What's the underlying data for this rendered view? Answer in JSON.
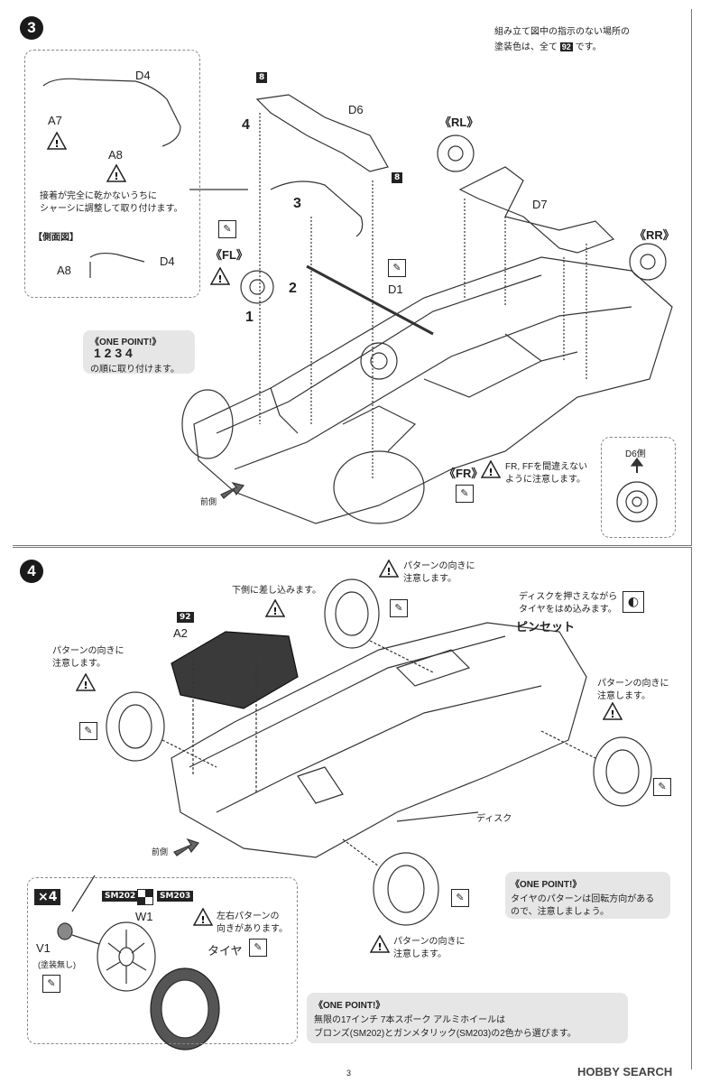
{
  "page_number": "3",
  "watermark": "HOBBY SEARCH",
  "step3": {
    "number": "3",
    "paint_note_line1": "組み立て図中の指示のない場所の",
    "paint_note_line2_pre": "塗装色は、全て",
    "paint_note_color": "92",
    "paint_note_line2_post": "です。",
    "part_d4": "D4",
    "part_a7": "A7",
    "part_a8": "A8",
    "adjust_note_line1": "接着が完全に乾かないうちに",
    "adjust_note_line2": "シャーシに調整して取り付けます。",
    "side_view_label": "【側面図】",
    "side_a8": "A8",
    "side_d4": "D4",
    "badge_8_top": "8",
    "step_label_4": "4",
    "part_d6": "D6",
    "badge_8_bottom": "8",
    "rl_label": "《RL》",
    "step_label_3": "3",
    "part_d7": "D7",
    "rr_label": "《RR》",
    "fl_label": "《FL》",
    "step_label_2": "2",
    "part_d1": "D1",
    "step_label_1": "1",
    "one_point_title": "《ONE POINT!》",
    "one_point_order": "1 2 3 4",
    "one_point_text": "の順に取り付けます。",
    "fr_label": "《FR》",
    "fr_note_line1": "FR, FFを間違えない",
    "fr_note_line2": "ように注意します。",
    "d6_side_label": "D6側",
    "front_label": "前側"
  },
  "step4": {
    "number": "4",
    "pattern_note_top_line1": "パターンの向きに",
    "pattern_note_top_line2": "注意します。",
    "insert_note": "下側に差し込みます。",
    "paint_color": "92",
    "part_a2": "A2",
    "disc_note_line1": "ディスクを押さえながら",
    "disc_note_line2": "タイヤをはめ込みます。",
    "tweezers_label": "ピンセット",
    "pattern_note_left_line1": "パターンの向きに",
    "pattern_note_left_line2": "注意します。",
    "pattern_note_right_line1": "パターンの向きに",
    "pattern_note_right_line2": "注意します。",
    "disc_label": "ディスク",
    "front_label": "前側",
    "qty_label": "×4",
    "sm202": "SM202",
    "sm203": "SM203",
    "part_w1": "W1",
    "lr_pattern_line1": "左右パターンの",
    "lr_pattern_line2": "向きがあります。",
    "tire_label": "タイヤ",
    "part_v1": "V1",
    "unpainted": "(塗装無し)",
    "pattern_note_bottom_line1": "パターンの向きに",
    "pattern_note_bottom_line2": "注意します。",
    "one_point_tire_title": "《ONE POINT!》",
    "one_point_tire_line1": "タイヤのパターンは回転方向がある",
    "one_point_tire_line2": "ので、注意しましょう。",
    "one_point_wheel_title": "《ONE POINT!》",
    "one_point_wheel_line1": "無限の17インチ 7本スポーク アルミホイールは",
    "one_point_wheel_line2": "ブロンズ(SM202)とガンメタリック(SM203)の2色から選びます。"
  },
  "colors": {
    "ink": "#222222",
    "note_bg": "#e6e6e6",
    "line": "#777777"
  }
}
